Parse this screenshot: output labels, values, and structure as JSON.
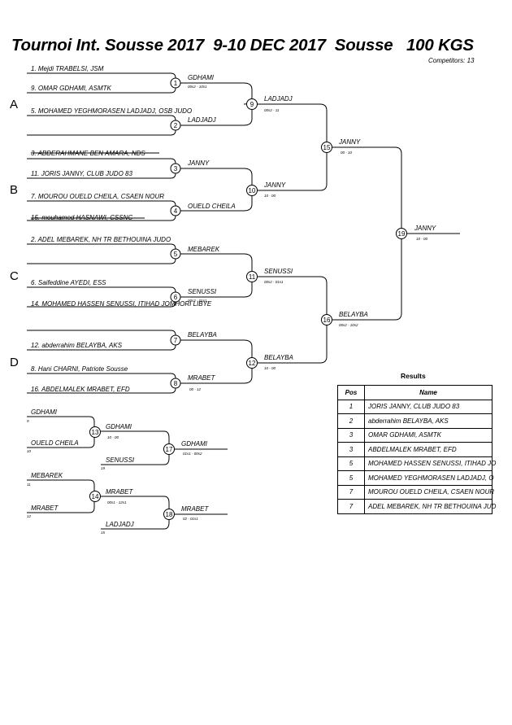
{
  "header": {
    "title": "Tournoi Int. Sousse 2017  9-10 DEC 2017  Sousse   100 KGS",
    "competitors": "Competitors: 13"
  },
  "pools": [
    "A",
    "B",
    "C",
    "D"
  ],
  "entrants": [
    {
      "id": "e1",
      "label": "1. Mejdi TRABELSI, JSM",
      "struck": false
    },
    {
      "id": "e9",
      "label": "9. OMAR GDHAMI, ASMTK",
      "struck": false
    },
    {
      "id": "e5",
      "label": "5. MOHAMED YEGHMORASEN LADJADJ, OSB JUDO",
      "struck": false
    },
    {
      "id": "e3",
      "label": "3. ABDERAHMANE BEN AMARA, NDS",
      "struck": true
    },
    {
      "id": "e11",
      "label": "11. JORIS JANNY, CLUB JUDO 83",
      "struck": false
    },
    {
      "id": "e7",
      "label": "7. MOUROU OUELD CHEILA, CSAEN NOUR",
      "struck": false
    },
    {
      "id": "e15",
      "label": "15. mouhamed HASNAWI, CSSNC",
      "struck": true
    },
    {
      "id": "e2",
      "label": "2. ADEL MEBAREK, NH TR BETHOUINA JUDO",
      "struck": false
    },
    {
      "id": "e6",
      "label": "6. Saifeddine AYEDI, ESS",
      "struck": false
    },
    {
      "id": "e14",
      "label": "14. MOHAMED HASSEN SENUSSI, ITIHAD JOMHORI LIBYE",
      "struck": false
    },
    {
      "id": "e12",
      "label": "12. abderrahim BELAYBA, AKS",
      "struck": false
    },
    {
      "id": "e8",
      "label": "8. Hani CHARNI, Patriote Sousse",
      "struck": false
    },
    {
      "id": "e16",
      "label": "16. ABDELMALEK MRABET, EFD",
      "struck": false
    }
  ],
  "matches": [
    {
      "n": "1",
      "winner": "GDHAMI",
      "score": "00s2 - 10s1"
    },
    {
      "n": "2",
      "winner": "LADJADJ",
      "score": ""
    },
    {
      "n": "3",
      "winner": "JANNY",
      "score": ""
    },
    {
      "n": "4",
      "winner": "OUELD CHEILA",
      "score": ""
    },
    {
      "n": "5",
      "winner": "MEBAREK",
      "score": ""
    },
    {
      "n": "6",
      "winner": "SENUSSI",
      "score": "00s2 - 01s1"
    },
    {
      "n": "7",
      "winner": "BELAYBA",
      "score": ""
    },
    {
      "n": "8",
      "winner": "MRABET",
      "score": "00 - 12"
    },
    {
      "n": "9",
      "winner": "LADJADJ",
      "score": "00s2 - 11"
    },
    {
      "n": "10",
      "winner": "JANNY",
      "score": "10 - 00"
    },
    {
      "n": "11",
      "winner": "SENUSSI",
      "score": "00s2 - 01s1"
    },
    {
      "n": "12",
      "winner": "BELAYBA",
      "score": "10 - 00"
    },
    {
      "n": "15",
      "winner": "JANNY",
      "score": "00 - 10"
    },
    {
      "n": "16",
      "winner": "BELAYBA",
      "score": "00s2 - 10s2"
    },
    {
      "n": "19",
      "winner": "JANNY",
      "score": "10 - 00"
    }
  ],
  "repechage": {
    "entries": [
      {
        "name": "GDHAMI",
        "seed": "9"
      },
      {
        "name": "OUELD CHEILA",
        "seed": "10"
      },
      {
        "name": "SENUSSI",
        "seed": "19"
      },
      {
        "name": "MEBAREK",
        "seed": "11"
      },
      {
        "name": "MRABET",
        "seed": "12"
      },
      {
        "name": "LADJADJ",
        "seed": "15"
      }
    ],
    "matches": [
      {
        "n": "13",
        "winner": "GDHAMI",
        "score": "10 - 00"
      },
      {
        "n": "17",
        "winner": "GDHAMI",
        "score": "01s1 - 00s2"
      },
      {
        "n": "14",
        "winner": "MRABET",
        "score": "00s1 - 12s1"
      },
      {
        "n": "18",
        "winner": "MRABET",
        "score": "02 - 01s1"
      }
    ]
  },
  "results": {
    "caption": "Results",
    "headers": {
      "pos": "Pos",
      "name": "Name"
    },
    "rows": [
      {
        "pos": "1",
        "name": "JORIS JANNY, CLUB JUDO 83"
      },
      {
        "pos": "2",
        "name": "abderrahim BELAYBA, AKS"
      },
      {
        "pos": "3",
        "name": "OMAR GDHAMI, ASMTK"
      },
      {
        "pos": "3",
        "name": "ABDELMALEK MRABET, EFD"
      },
      {
        "pos": "5",
        "name": "MOHAMED HASSEN SENUSSI, ITIHAD JO"
      },
      {
        "pos": "5",
        "name": "MOHAMED YEGHMORASEN LADJADJ, O"
      },
      {
        "pos": "7",
        "name": "MOUROU OUELD CHEILA, CSAEN NOUR"
      },
      {
        "pos": "7",
        "name": "ADEL MEBAREK, NH TR BETHOUINA JUD"
      }
    ]
  }
}
